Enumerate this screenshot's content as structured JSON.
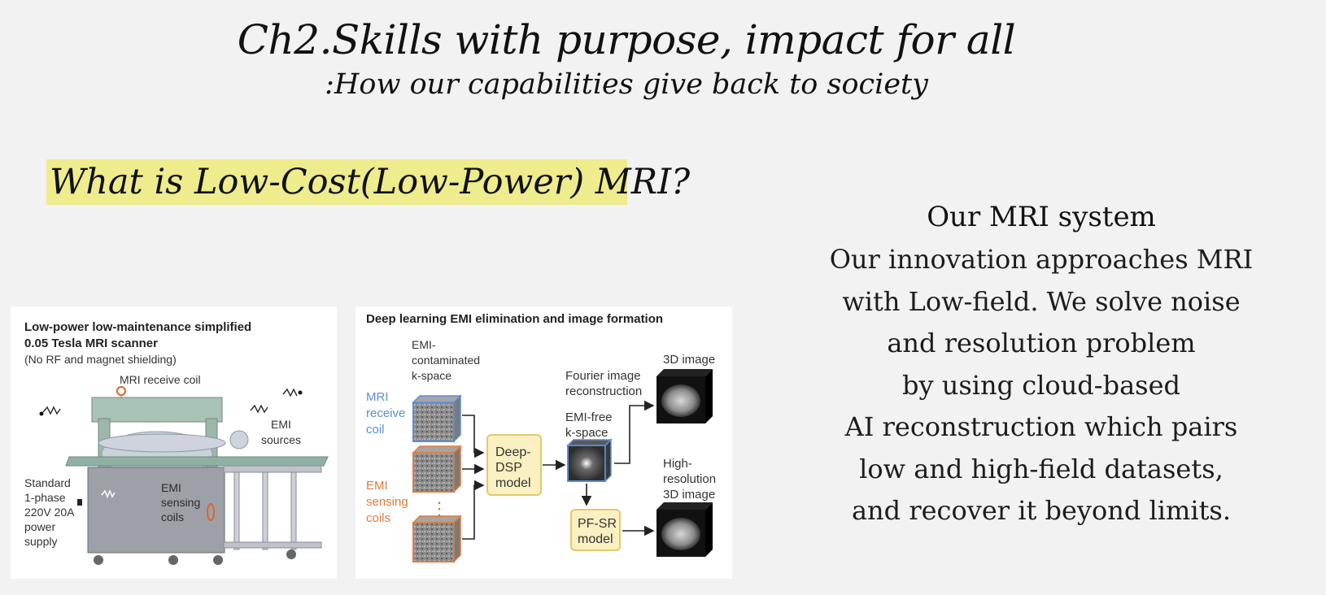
{
  "slide": {
    "title": "Ch2.Skills with purpose, impact for all",
    "subtitle": ":How our capabilities give back to society",
    "question": "What is Low-Cost(Low-Power) MRI?"
  },
  "right_panel": {
    "heading": "Our MRI system",
    "lines": [
      "Our innovation approaches MRI",
      "with Low-field. We solve noise",
      "and resolution problem",
      "by using cloud-based",
      "AI reconstruction which pairs",
      "low and high-field datasets,",
      "and recover it beyond limits."
    ]
  },
  "figure_left": {
    "title_line1": "Low-power low-maintenance simplified",
    "title_line2": "0.05 Tesla MRI scanner",
    "title_line3": "(No RF and magnet shielding)",
    "receive_coil": "MRI receive coil",
    "emi_sources_1": "EMI",
    "emi_sources_2": "sources",
    "power_1": "Standard",
    "power_2": "1-phase",
    "power_3": "220V 20A",
    "power_4": "power",
    "power_5": "supply",
    "sensing_1": "EMI",
    "sensing_2": "sensing",
    "sensing_3": "coils"
  },
  "figure_right": {
    "title": "Deep learning EMI elimination and image formation",
    "kspace_1": "EMI-",
    "kspace_2": "contaminated",
    "kspace_3": "k-space",
    "mri_coil_1": "MRI",
    "mri_coil_2": "receive",
    "mri_coil_3": "coil",
    "emi_coil_1": "EMI",
    "emi_coil_2": "sensing",
    "emi_coil_3": "coils",
    "dots": "⋮",
    "dsp_1": "Deep-",
    "dsp_2": "DSP",
    "dsp_3": "model",
    "fourier_1": "Fourier image",
    "fourier_2": "reconstruction",
    "free_1": "EMI-free",
    "free_2": "k-space",
    "img3d": "3D image",
    "hr_1": "High-",
    "hr_2": "resolution",
    "hr_3": "3D image",
    "pfsr_1": "PF-SR",
    "pfsr_2": "model"
  },
  "colors": {
    "background": "#f2f2f2",
    "highlight": "#eeec8c",
    "mri_coil_blue": "#5b8fd6",
    "emi_coil_orange": "#e07a3c",
    "model_box": "#fbf0c2"
  }
}
